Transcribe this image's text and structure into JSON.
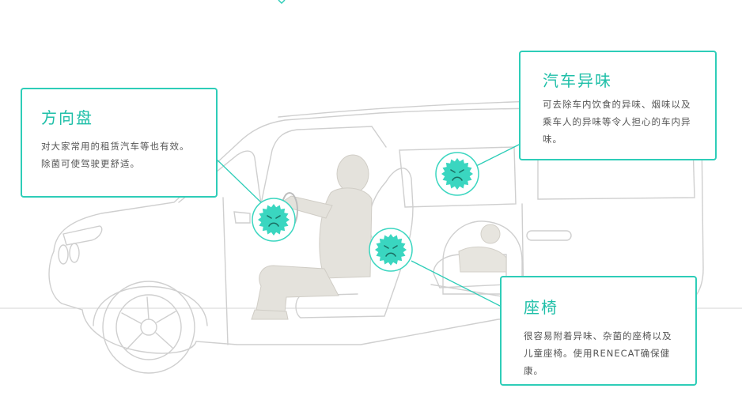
{
  "callouts": {
    "steering": {
      "title": "方向盘",
      "text": "对大家常用的租赁汽车等也有效。除菌可使驾驶更舒适。"
    },
    "odor": {
      "title": "汽车异味",
      "text": "可去除车内饮食的异味、烟味以及乘车人的异味等令人担心的车内异味。"
    },
    "seat": {
      "title": "座椅",
      "text": "很容易附着异味、杂菌的座椅以及儿童座椅。使用RENECAT确保健康。"
    }
  },
  "colors": {
    "accent": "#2ecdb8",
    "germ": "#3ad6c0",
    "car_line": "#cfcfcf",
    "person": "#e2e0da"
  },
  "icons": [
    "germ-icon",
    "germ-icon",
    "germ-icon"
  ]
}
